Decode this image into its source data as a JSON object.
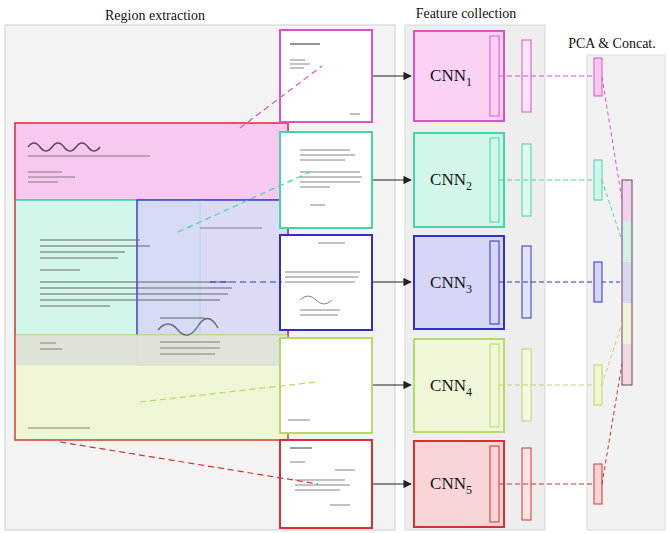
{
  "diagram": {
    "nodes": [
      {
        "text": [
          "CNN",
          "1"
        ]
      },
      {
        "text": [
          "CNN",
          "2"
        ]
      },
      {
        "text": [
          "CNN",
          "3"
        ]
      },
      {
        "text": [
          "CNN",
          "4"
        ]
      },
      {
        "text": [
          "CNN",
          "5"
        ]
      }
    ],
    "labels": [
      "Region extraction",
      "Feature collection",
      "PCA & Concat."
    ]
  }
}
